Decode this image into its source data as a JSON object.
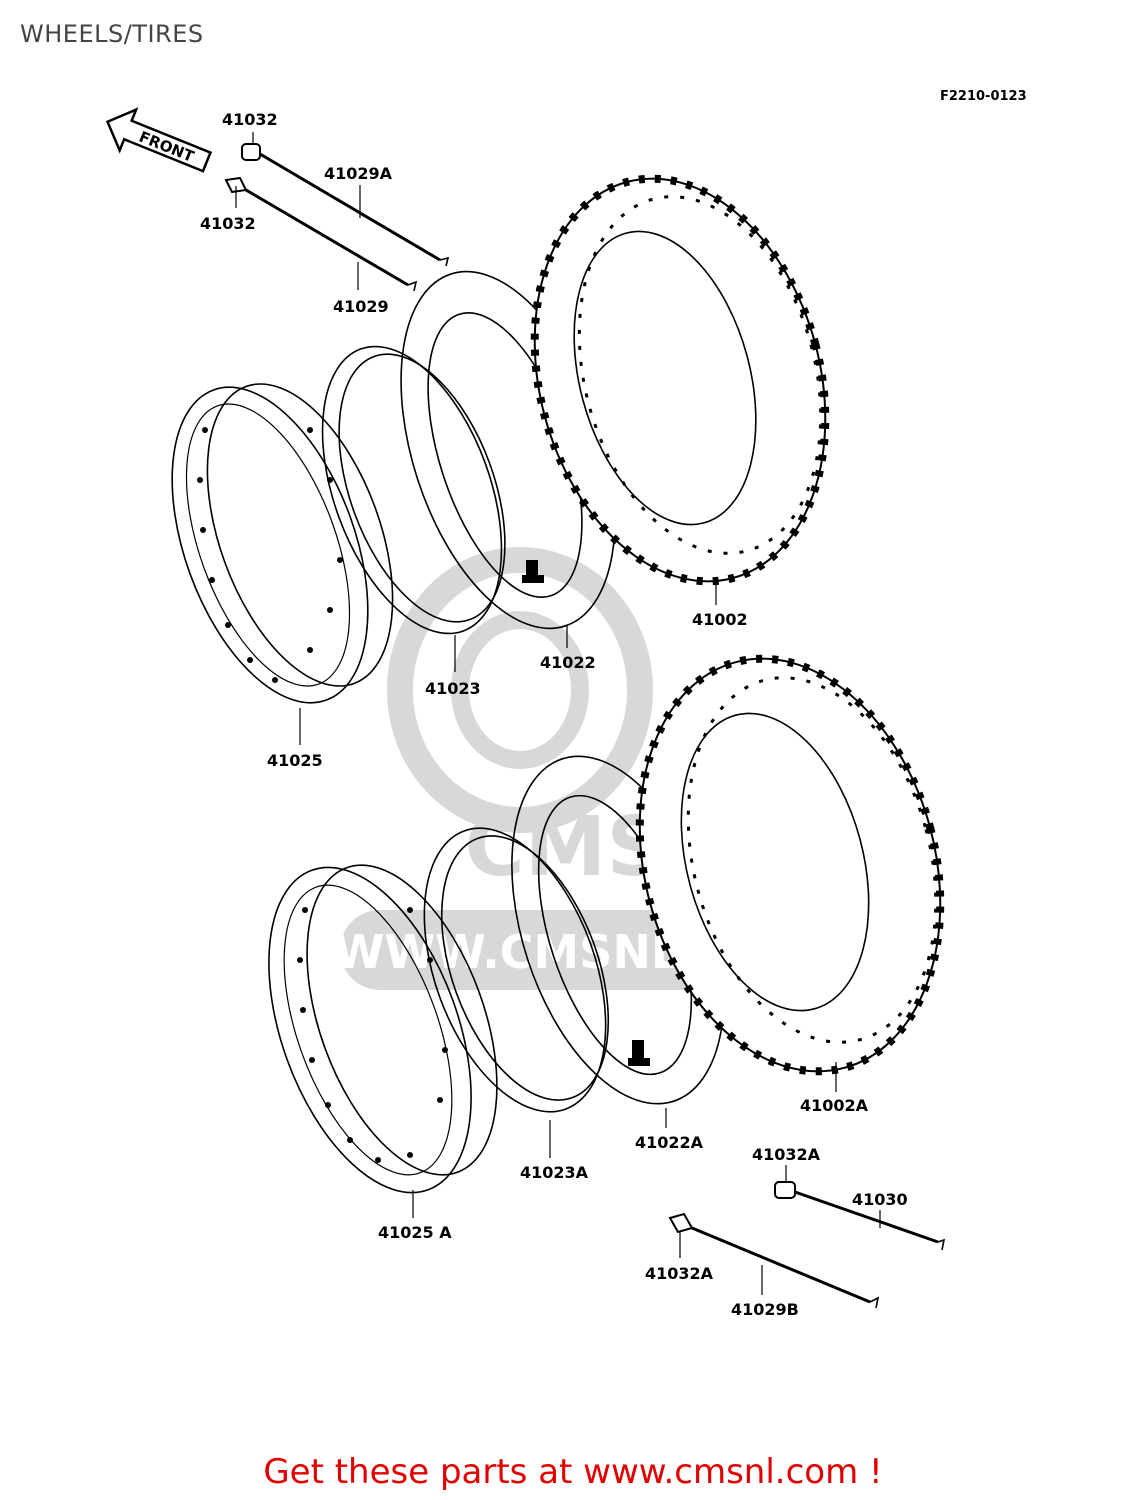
{
  "title": "WHEELS/TIRES",
  "diagram_code": "F2210-0123",
  "front_label": "FRONT",
  "watermark_text": "WWW.CMSNL.COM",
  "watermark_logo": "CMS",
  "footer_text": "Get these parts at www.cmsnl.com !",
  "colors": {
    "footer": "#e00000",
    "watermark": "#d8d8d8",
    "ink": "#000000"
  },
  "parts": {
    "p41032_a": "41032",
    "p41032_b": "41032",
    "p41029A": "41029A",
    "p41029": "41029",
    "p41002": "41002",
    "p41022": "41022",
    "p41023": "41023",
    "p41025": "41025",
    "p41002A": "41002A",
    "p41022A": "41022A",
    "p41023A": "41023A",
    "p41025A": "41025 A",
    "p41032A_a": "41032A",
    "p41032A_b": "41032A",
    "p41030": "41030",
    "p41029B": "41029B"
  }
}
